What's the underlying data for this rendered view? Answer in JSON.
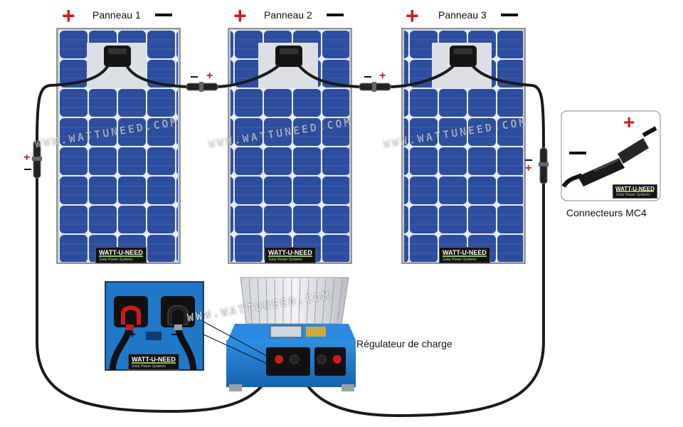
{
  "panels": [
    {
      "label": "Panneau 1",
      "brand": "WATT-U-NEED"
    },
    {
      "label": "Panneau 2",
      "brand": "WATT-U-NEED"
    },
    {
      "label": "Panneau 3",
      "brand": "WATT-U-NEED"
    }
  ],
  "brand_tagline": "Solar Power Systems",
  "watermark": "WWW.WATTUNEED.COM",
  "connector_label": "Connecteurs MC4",
  "regulator_label": "Régulateur de charge",
  "inset_brand": "WATT-U-NEED",
  "connector_brand": "WATT-U-NEED",
  "polarity": {
    "plus": "+",
    "minus": "−"
  },
  "colors": {
    "plus": "#d11a1a",
    "minus": "#111111",
    "panel_cell": "#2d4e9e",
    "regulator": "#1f78c8"
  }
}
